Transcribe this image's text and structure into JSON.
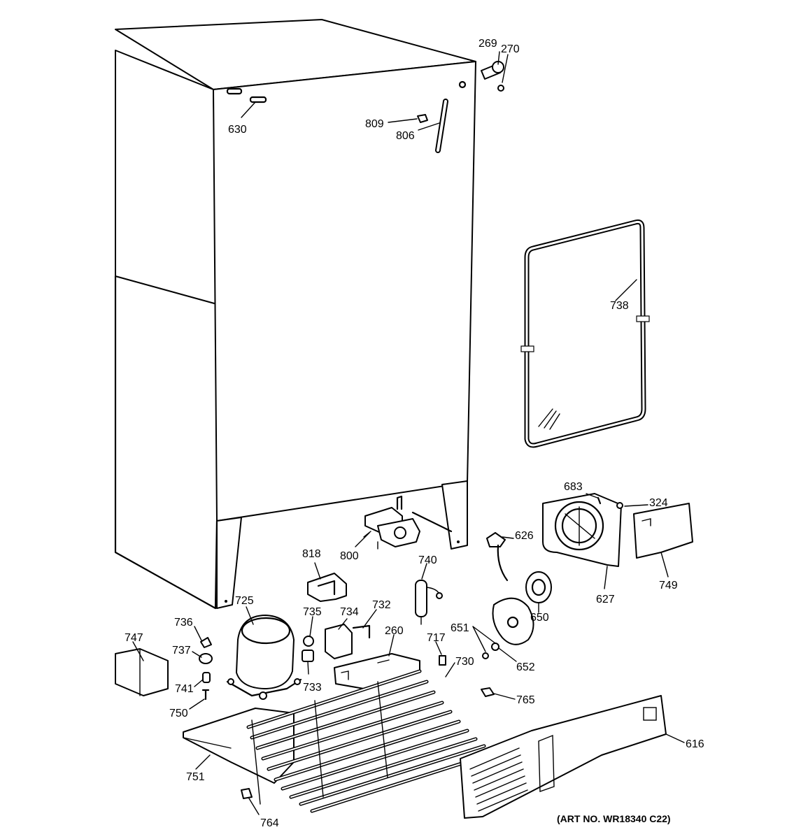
{
  "art_number": "(ART NO. WR18340 C22)",
  "callouts": [
    {
      "id": "c269",
      "text": "269"
    },
    {
      "id": "c270",
      "text": "270"
    },
    {
      "id": "c630",
      "text": "630"
    },
    {
      "id": "c809",
      "text": "809"
    },
    {
      "id": "c806",
      "text": "806"
    },
    {
      "id": "c738",
      "text": "738"
    },
    {
      "id": "c683",
      "text": "683"
    },
    {
      "id": "c324",
      "text": "324"
    },
    {
      "id": "c626",
      "text": "626"
    },
    {
      "id": "c800",
      "text": "800"
    },
    {
      "id": "c818",
      "text": "818"
    },
    {
      "id": "c740",
      "text": "740"
    },
    {
      "id": "c627",
      "text": "627"
    },
    {
      "id": "c749",
      "text": "749"
    },
    {
      "id": "c725",
      "text": "725"
    },
    {
      "id": "c735",
      "text": "735"
    },
    {
      "id": "c734",
      "text": "734"
    },
    {
      "id": "c732",
      "text": "732"
    },
    {
      "id": "c736",
      "text": "736"
    },
    {
      "id": "c650",
      "text": "650"
    },
    {
      "id": "c651",
      "text": "651"
    },
    {
      "id": "c747",
      "text": "747"
    },
    {
      "id": "c737",
      "text": "737"
    },
    {
      "id": "c260",
      "text": "260"
    },
    {
      "id": "c717",
      "text": "717"
    },
    {
      "id": "c730",
      "text": "730"
    },
    {
      "id": "c652",
      "text": "652"
    },
    {
      "id": "c733",
      "text": "733"
    },
    {
      "id": "c741",
      "text": "741"
    },
    {
      "id": "c750",
      "text": "750"
    },
    {
      "id": "c765",
      "text": "765"
    },
    {
      "id": "c616",
      "text": "616"
    },
    {
      "id": "c751",
      "text": "751"
    },
    {
      "id": "c764",
      "text": "764"
    }
  ]
}
